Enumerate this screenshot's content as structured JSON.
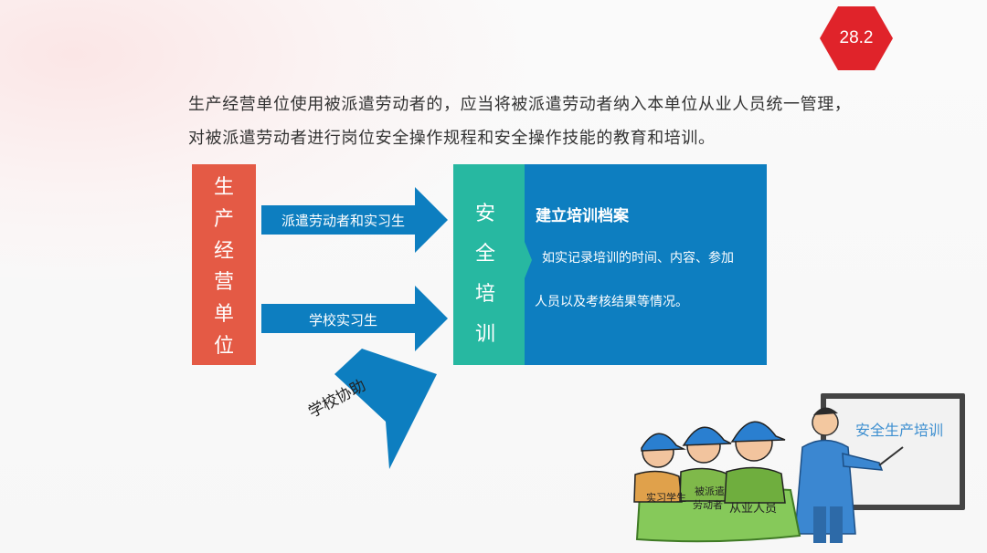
{
  "page_number": "28.2",
  "intro_text": "生产经营单位使用被派遣劳动者的，应当将被派遣劳动者纳入本单位从业人员统一管理，对被派遣劳动者进行岗位安全操作规程和安全操作技能的教育和培训。",
  "unit_chars": [
    "生",
    "产",
    "经",
    "营",
    "单",
    "位"
  ],
  "arrows": {
    "dispatched_label": "派遣劳动者和实习生",
    "school_label": "学校实习生"
  },
  "training": {
    "side_chars": [
      "安",
      "全",
      "培",
      "训"
    ],
    "title": "建立培训档案",
    "line1": "如实记录培训的时间、内容、参加",
    "line2": "人员以及考核结果等情况。"
  },
  "school_assist": "学校协助",
  "illustration": {
    "board_text": "安全生产培训",
    "tag_intern": "实习学生",
    "tag_dispatched_1": "被派遣",
    "tag_dispatched_2": "劳动者",
    "tag_staff": "从业人员"
  },
  "colors": {
    "badge": "#e0232a",
    "unit_box": "#e45a45",
    "arrow": "#0d7ec0",
    "training_green": "#27b8a1",
    "training_blue": "#0d7ec0"
  },
  "icons": [
    "hexagon-badge",
    "right-arrow-icon",
    "chevron-arrow-icon",
    "training-illustration"
  ]
}
